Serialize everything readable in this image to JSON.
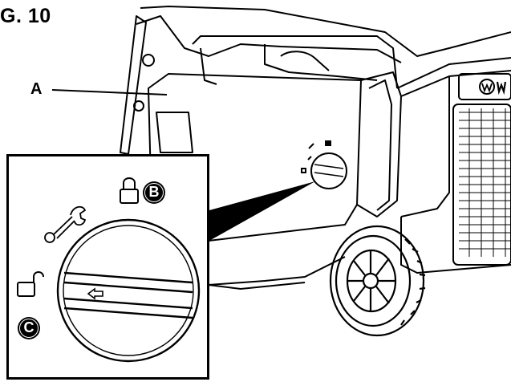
{
  "figure": {
    "title": "G. 10",
    "labels": {
      "a": "A",
      "b": "B",
      "c": "C"
    }
  },
  "icons": {
    "lock_closed": "lock-closed-icon",
    "lock_open": "lock-open-icon",
    "wrench": "wrench-icon",
    "arrow_left": "arrow-left-icon",
    "brand_logo": "brand-logo-icon"
  },
  "colors": {
    "line": "#000000",
    "background": "#ffffff"
  }
}
